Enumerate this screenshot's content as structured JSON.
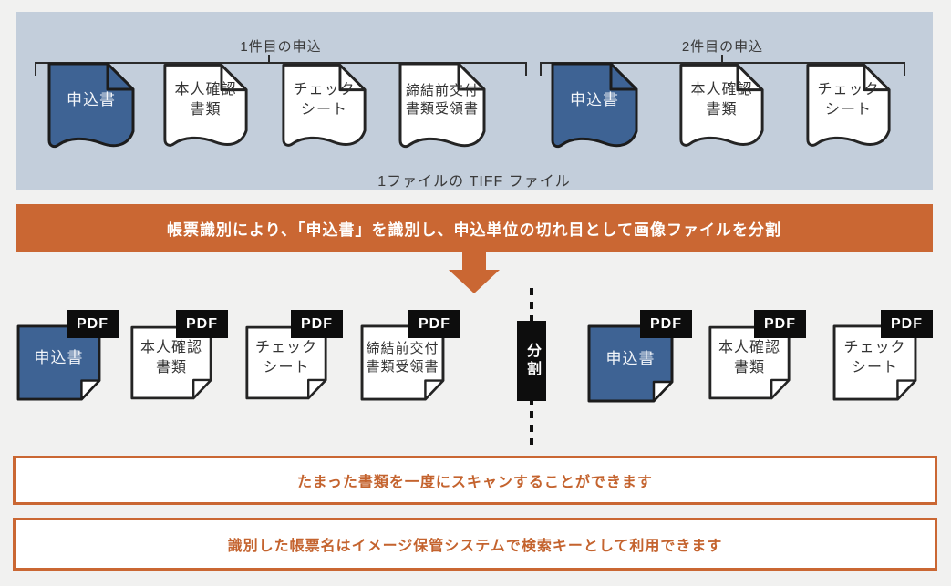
{
  "colors": {
    "page_bg": "#f1f1f0",
    "panel_bg": "#c3cedb",
    "accent_orange": "#ca6733",
    "doc_blue": "#3e6394",
    "outline_dark": "#242424",
    "tag_black": "#0d0d0d"
  },
  "top_panel": {
    "caption": "1ファイルの TIFF ファイル",
    "groups": [
      {
        "label": "1件目の申込",
        "docs": [
          {
            "lines": [
              "申込書"
            ]
          },
          {
            "lines": [
              "本人確認",
              "書類"
            ]
          },
          {
            "lines": [
              "チェック",
              "シート"
            ]
          },
          {
            "lines": [
              "締結前交付",
              "書類受領書"
            ]
          }
        ]
      },
      {
        "label": "2件目の申込",
        "docs": [
          {
            "lines": [
              "申込書"
            ]
          },
          {
            "lines": [
              "本人確認",
              "書類"
            ]
          },
          {
            "lines": [
              "チェック",
              "シート"
            ]
          }
        ]
      }
    ]
  },
  "banner": {
    "text": "帳票識別により、「申込書」を識別し、申込単位の切れ目として画像ファイルを分割"
  },
  "split_row": {
    "pdf_tag_label": "PDF",
    "divider_label": "分割",
    "left_docs": [
      {
        "lines": [
          "申込書"
        ]
      },
      {
        "lines": [
          "本人確認",
          "書類"
        ]
      },
      {
        "lines": [
          "チェック",
          "シート"
        ]
      },
      {
        "lines": [
          "締結前交付",
          "書類受領書"
        ]
      }
    ],
    "right_docs": [
      {
        "lines": [
          "申込書"
        ]
      },
      {
        "lines": [
          "本人確認",
          "書類"
        ]
      },
      {
        "lines": [
          "チェック",
          "シート"
        ]
      }
    ]
  },
  "info_boxes": [
    {
      "text": "たまった書類を一度にスキャンすることができます"
    },
    {
      "text": "識別した帳票名はイメージ保管システムで検索キーとして利用できます"
    }
  ]
}
